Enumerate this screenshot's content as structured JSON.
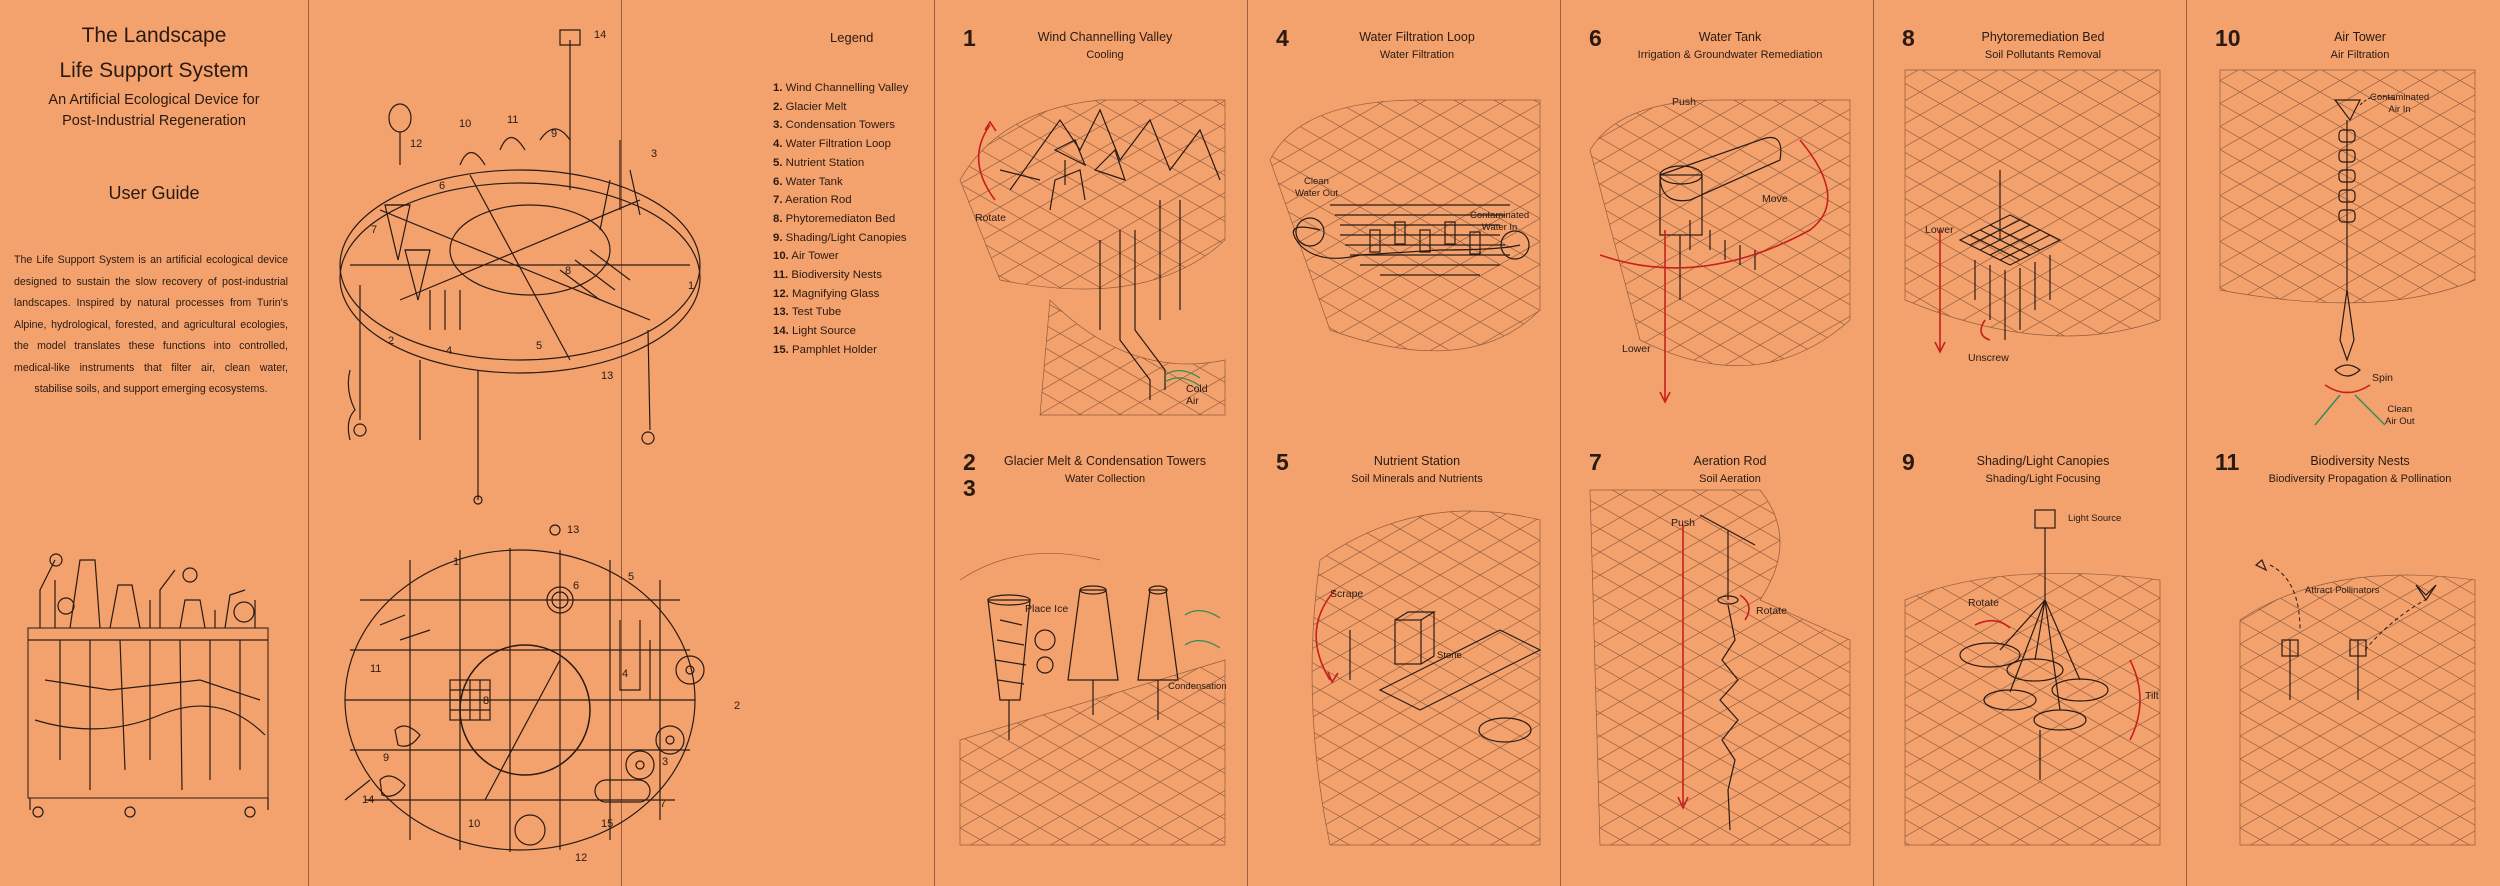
{
  "cover": {
    "title_line1": "The Landscape",
    "title_line2": "Life Support System",
    "subtitle_line1": "An Artificial Ecological Device for",
    "subtitle_line2": "Post-Industrial Regeneration",
    "guide_heading": "User Guide",
    "paragraph": "The Life Support System is an artificial ecological device designed to sustain the slow recovery of post-industrial landscapes. Inspired by natural processes from Turin's Alpine, hydrological, forested, and agricultural ecologies, the model translates these functions into controlled, medical-like instruments that filter air, clean water, stabilise soils, and support emerging ecosystems."
  },
  "legend": {
    "title": "Legend",
    "items": [
      {
        "num": "1.",
        "label": "Wind Channelling Valley"
      },
      {
        "num": "2.",
        "label": "Glacier Melt"
      },
      {
        "num": "3.",
        "label": "Condensation Towers"
      },
      {
        "num": "4.",
        "label": "Water Filtration Loop"
      },
      {
        "num": "5.",
        "label": "Nutrient Station"
      },
      {
        "num": "6.",
        "label": "Water Tank"
      },
      {
        "num": "7.",
        "label": "Aeration Rod"
      },
      {
        "num": "8.",
        "label": "Phytoremediaton Bed"
      },
      {
        "num": "9.",
        "label": "Shading/Light Canopies"
      },
      {
        "num": "10.",
        "label": "Air Tower"
      },
      {
        "num": "11.",
        "label": "Biodiversity Nests"
      },
      {
        "num": "12.",
        "label": "Magnifying Glass"
      },
      {
        "num": "13.",
        "label": "Test Tube"
      },
      {
        "num": "14.",
        "label": "Light Source"
      },
      {
        "num": "15.",
        "label": "Pamphlet Holder"
      }
    ]
  },
  "axon_labels": {
    "n1": "1",
    "n2": "2",
    "n3": "3",
    "n4": "4",
    "n5": "5",
    "n6": "6",
    "n7": "7",
    "n8": "8",
    "n9": "9",
    "n10": "10",
    "n11": "11",
    "n12": "12",
    "n13": "13",
    "n14": "14"
  },
  "plan_labels": {
    "n1": "1",
    "n2": "2",
    "n3": "3",
    "n4": "4",
    "n5": "5",
    "n6": "6",
    "n7": "7",
    "n8": "8",
    "n9": "9",
    "n10": "10",
    "n11": "11",
    "n12": "12",
    "n13": "13",
    "n14": "14",
    "n15": "15"
  },
  "cells": {
    "c1": {
      "num": "1",
      "title": "Wind Channelling Valley",
      "sub": "Cooling",
      "labels": {
        "rotate": "Rotate",
        "cold": "Cold",
        "air": "Air"
      }
    },
    "c4": {
      "num": "4",
      "title": "Water Filtration Loop",
      "sub": "Water Filtration",
      "labels": {
        "clean1": "Clean",
        "clean2": "Water Out",
        "cont1": "Contaminated",
        "cont2": "Water In"
      }
    },
    "c6": {
      "num": "6",
      "title": "Water Tank",
      "sub": "Irrigation & Groundwater Remediation",
      "labels": {
        "push": "Push",
        "move": "Move",
        "lower": "Lower"
      }
    },
    "c8": {
      "num": "8",
      "title": "Phytoremediation Bed",
      "sub": "Soil Pollutants Removal",
      "labels": {
        "lower": "Lower",
        "unscrew": "Unscrew"
      }
    },
    "c10": {
      "num": "10",
      "title": "Air Tower",
      "sub": "Air Filtration",
      "labels": {
        "cont1": "Contaminated",
        "cont2": "Air In",
        "spin": "Spin",
        "clean1": "Clean",
        "clean2": "Air Out"
      }
    },
    "c23": {
      "num": "2",
      "num2": "3",
      "title": "Glacier Melt & Condensation Towers",
      "sub": "Water Collection",
      "labels": {
        "ice": "Place Ice",
        "cond": "Condensation"
      }
    },
    "c5": {
      "num": "5",
      "title": "Nutrient Station",
      "sub": "Soil Minerals and Nutrients",
      "labels": {
        "scrape": "Scrape",
        "stone": "Stone"
      }
    },
    "c7": {
      "num": "7",
      "title": "Aeration Rod",
      "sub": "Soil Aeration",
      "labels": {
        "push": "Push",
        "rotate": "Rotate"
      }
    },
    "c9": {
      "num": "9",
      "title": "Shading/Light Canopies",
      "sub": "Shading/Light Focusing",
      "labels": {
        "light": "Light Source",
        "rotate": "Rotate",
        "tilt": "Tilt"
      }
    },
    "c11": {
      "num": "11",
      "title": "Biodiversity Nests",
      "sub": "Biodiversity Propagation & Pollination",
      "labels": {
        "attract": "Attract Pollinators"
      }
    }
  },
  "colors": {
    "background": "#F3A26E",
    "ink": "#2A1A12",
    "accent": "#C8201A",
    "green": "#2E8B57"
  }
}
